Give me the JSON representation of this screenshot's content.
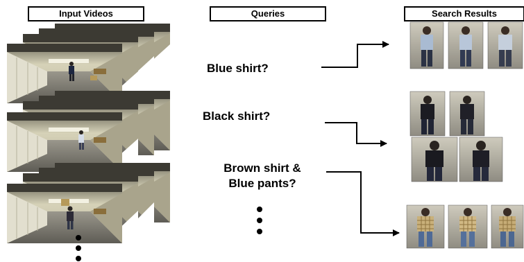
{
  "headers": {
    "input_videos": "Input Videos",
    "queries": "Queries",
    "search_results": "Search Results"
  },
  "queries": {
    "q1": "Blue shirt?",
    "q2": "Black shirt?",
    "q3_line1": "Brown shirt &",
    "q3_line2": "Blue pants?"
  },
  "colors": {
    "wall": "#c9c4a6",
    "floor": "#7d7b72",
    "panel": "#e4e2d6",
    "blue_shirt": "#9fb2cc",
    "black_shirt": "#1c1c22",
    "brown_shirt": "#c9b07a",
    "pants": "#2b3244",
    "blue_pants": "#4f6a96"
  }
}
